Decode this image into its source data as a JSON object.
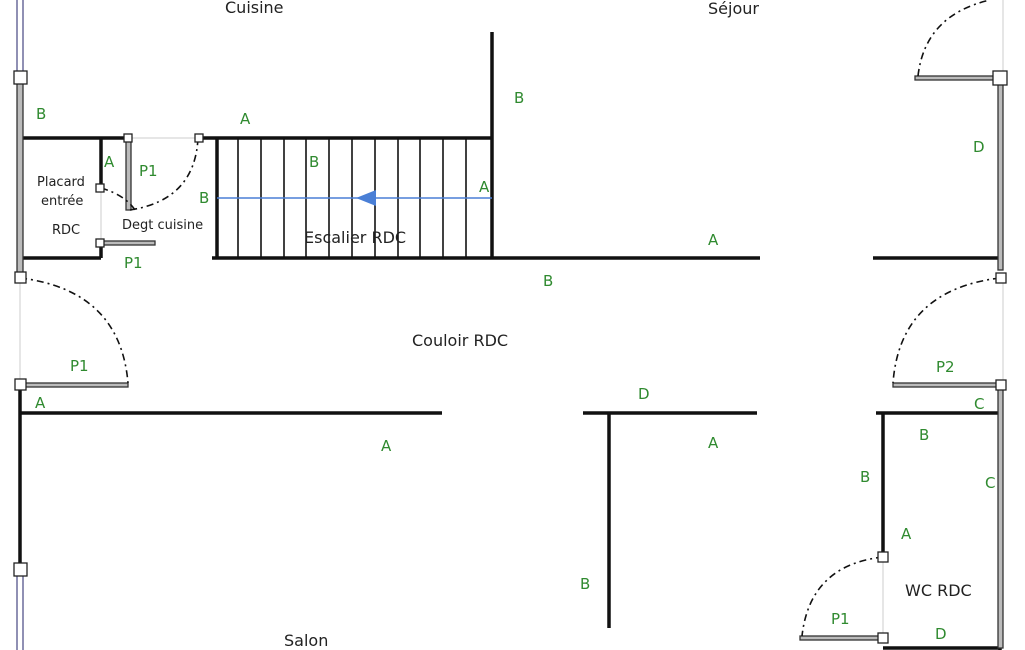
{
  "rooms": {
    "cuisine": "Cuisine",
    "sejour": "Séjour",
    "couloir": "Couloir RDC",
    "salon": "Salon",
    "escalier": "Escalier RDC",
    "placard_1": "Placard",
    "placard_2": "entrée",
    "placard_3": "RDC",
    "degt": "Degt cuisine",
    "wc": "WC RDC"
  },
  "wall_labels": [
    "B",
    "A",
    "A",
    "P1",
    "B",
    "B",
    "A",
    "P1",
    "B",
    "A",
    "B",
    "D",
    "P1",
    "A",
    "A",
    "D",
    "A",
    "B",
    "P2",
    "C",
    "B",
    "B",
    "C",
    "A",
    "D",
    "P1"
  ],
  "colors": {
    "label": "#2f8a2f",
    "wall": "#111111",
    "arrow": "#4a7fd6"
  }
}
